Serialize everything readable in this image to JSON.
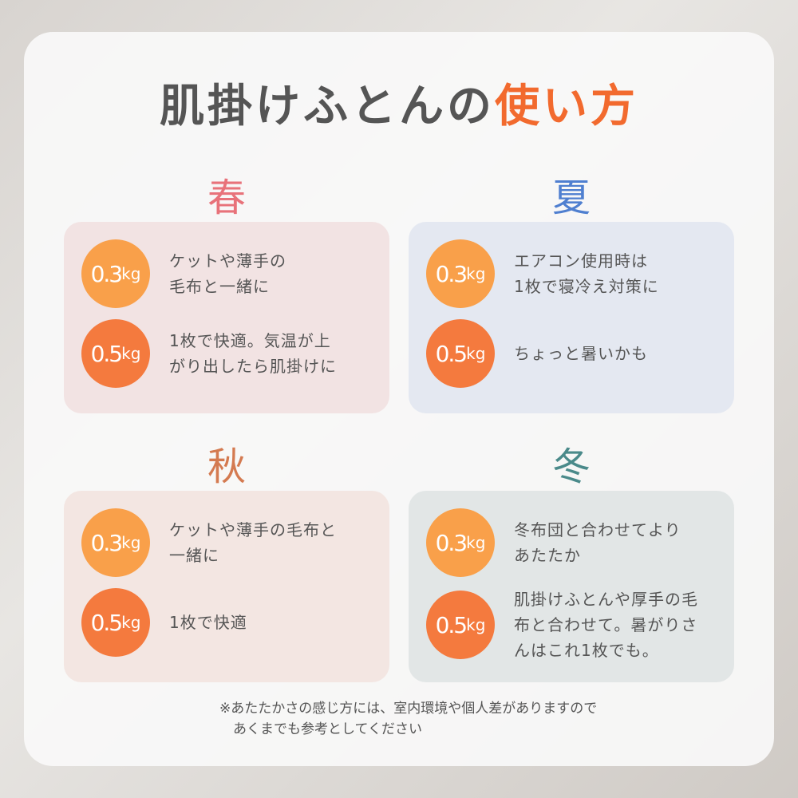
{
  "title": {
    "main": "肌掛けふとんの",
    "accent": "使い方"
  },
  "colors": {
    "c03": "#f9a04a",
    "c05": "#f47a3e"
  },
  "seasons": [
    {
      "name": "春",
      "items": [
        {
          "weight": "0.3",
          "unit": "kg",
          "text": "ケットや薄手の\n毛布と一緒に"
        },
        {
          "weight": "0.5",
          "unit": "kg",
          "text": "1枚で快適。気温が上\nがり出したら肌掛けに"
        }
      ]
    },
    {
      "name": "夏",
      "items": [
        {
          "weight": "0.3",
          "unit": "kg",
          "text": "エアコン使用時は\n1枚で寝冷え対策に"
        },
        {
          "weight": "0.5",
          "unit": "kg",
          "text": "ちょっと暑いかも"
        }
      ]
    },
    {
      "name": "秋",
      "items": [
        {
          "weight": "0.3",
          "unit": "kg",
          "text": "ケットや薄手の毛布と\n一緒に"
        },
        {
          "weight": "0.5",
          "unit": "kg",
          "text": "1枚で快適"
        }
      ]
    },
    {
      "name": "冬",
      "items": [
        {
          "weight": "0.3",
          "unit": "kg",
          "text": "冬布団と合わせてより\nあたたか"
        },
        {
          "weight": "0.5",
          "unit": "kg",
          "text": "肌掛けふとんや厚手の毛\n布と合わせて。暑がりさ\nんはこれ1枚でも。"
        }
      ]
    }
  ],
  "note": "※あたたかさの感じ方には、室内環境や個人差がありますので\n　あくまでも参考としてください"
}
